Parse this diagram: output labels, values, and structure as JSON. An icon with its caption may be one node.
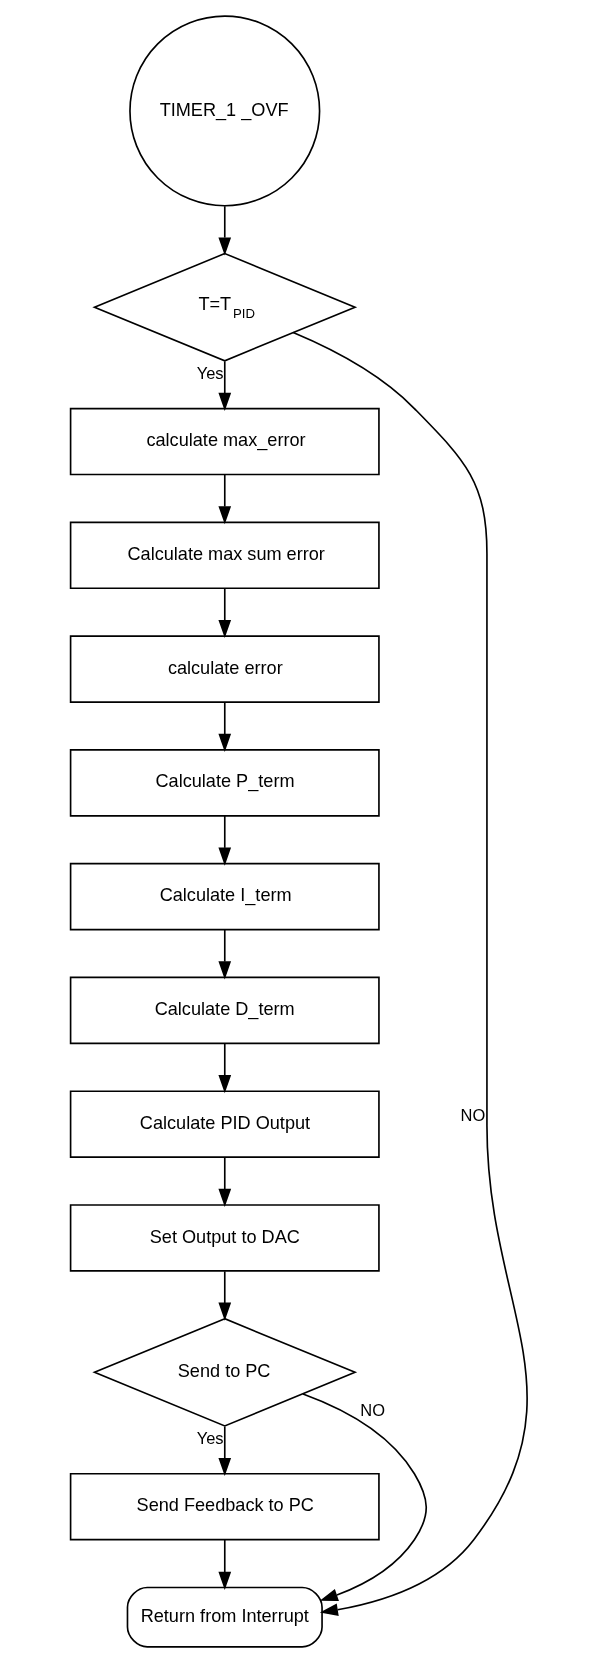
{
  "diagram": {
    "nodes": [
      {
        "text": [
          "TIMER_1 _OVF"
        ]
      },
      {
        "text": [
          "T=T$_{PID}$"
        ]
      },
      {
        "text": [
          "calculate max_error"
        ]
      },
      {
        "text": [
          "Calculate max sum error"
        ]
      },
      {
        "text": [
          "calculate error"
        ]
      },
      {
        "text": [
          "Calculate P_term"
        ]
      },
      {
        "text": [
          "Calculate I_term"
        ]
      },
      {
        "text": [
          "Calculate D_term"
        ]
      },
      {
        "text": [
          "Calculate PID Output"
        ]
      },
      {
        "text": [
          "Set Output to DAC"
        ]
      },
      {
        "text": [
          "Send to PC"
        ]
      },
      {
        "text": [
          "Send Feedback to PC"
        ]
      },
      {
        "text": [
          "Return from Interrupt"
        ]
      }
    ],
    "edges": [
      {
        "from": 0,
        "to": 1,
        "arrow": "to"
      },
      {
        "from": 1,
        "to": 2,
        "arrow": "to",
        "label": "Yes"
      },
      {
        "from": 2,
        "to": 3,
        "arrow": "to"
      },
      {
        "from": 3,
        "to": 4,
        "arrow": "to"
      },
      {
        "from": 4,
        "to": 5,
        "arrow": "to"
      },
      {
        "from": 5,
        "to": 6,
        "arrow": "to"
      },
      {
        "from": 6,
        "to": 7,
        "arrow": "to"
      },
      {
        "from": 7,
        "to": 8,
        "arrow": "to"
      },
      {
        "from": 8,
        "to": 9,
        "arrow": "to"
      },
      {
        "from": 9,
        "to": 10,
        "arrow": "to"
      },
      {
        "from": 10,
        "to": 11,
        "arrow": "to",
        "label": "Yes"
      },
      {
        "from": 11,
        "to": 12,
        "arrow": "to"
      },
      {
        "from": 10,
        "to": 12,
        "arrow": "to",
        "label": "NO"
      },
      {
        "from": 1,
        "to": 12,
        "arrow": "to",
        "label": "NO"
      }
    ]
  }
}
